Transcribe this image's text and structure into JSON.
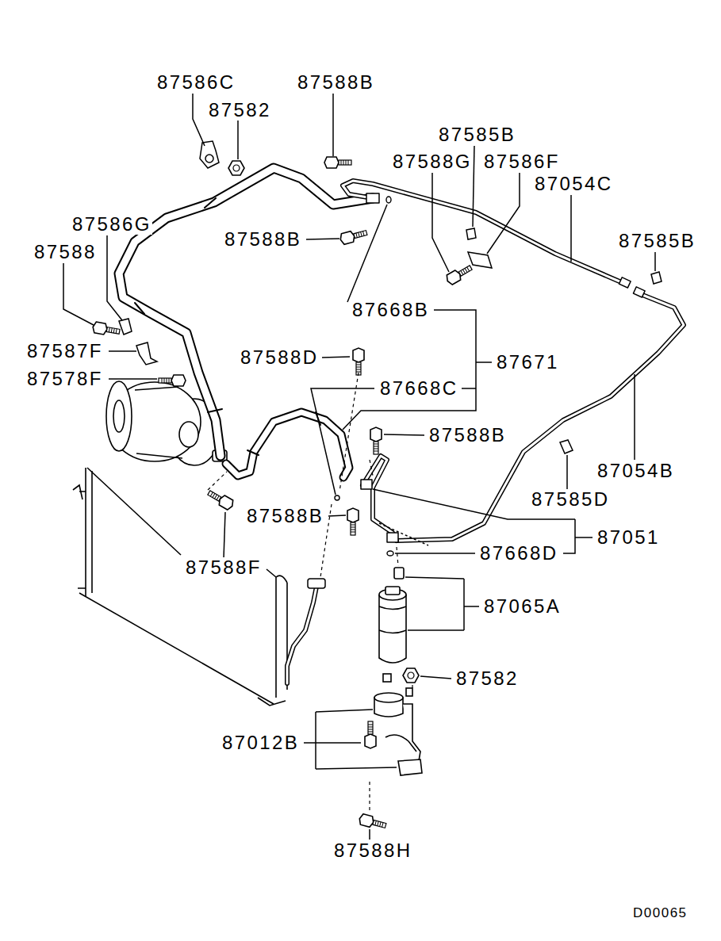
{
  "diagram": {
    "labels": [
      "87586C",
      "87582",
      "87588B",
      "87585B",
      "87588G",
      "87586F",
      "87054C",
      "87586G",
      "87588B",
      "87585B",
      "87588",
      "87668B",
      "87587F",
      "87588D",
      "87671",
      "87578F",
      "87668C",
      "87588B",
      "87054B",
      "87585D",
      "87588B",
      "87051",
      "87588F",
      "87668D",
      "87065A",
      "87582",
      "87012B",
      "87588H",
      "D00065"
    ]
  }
}
